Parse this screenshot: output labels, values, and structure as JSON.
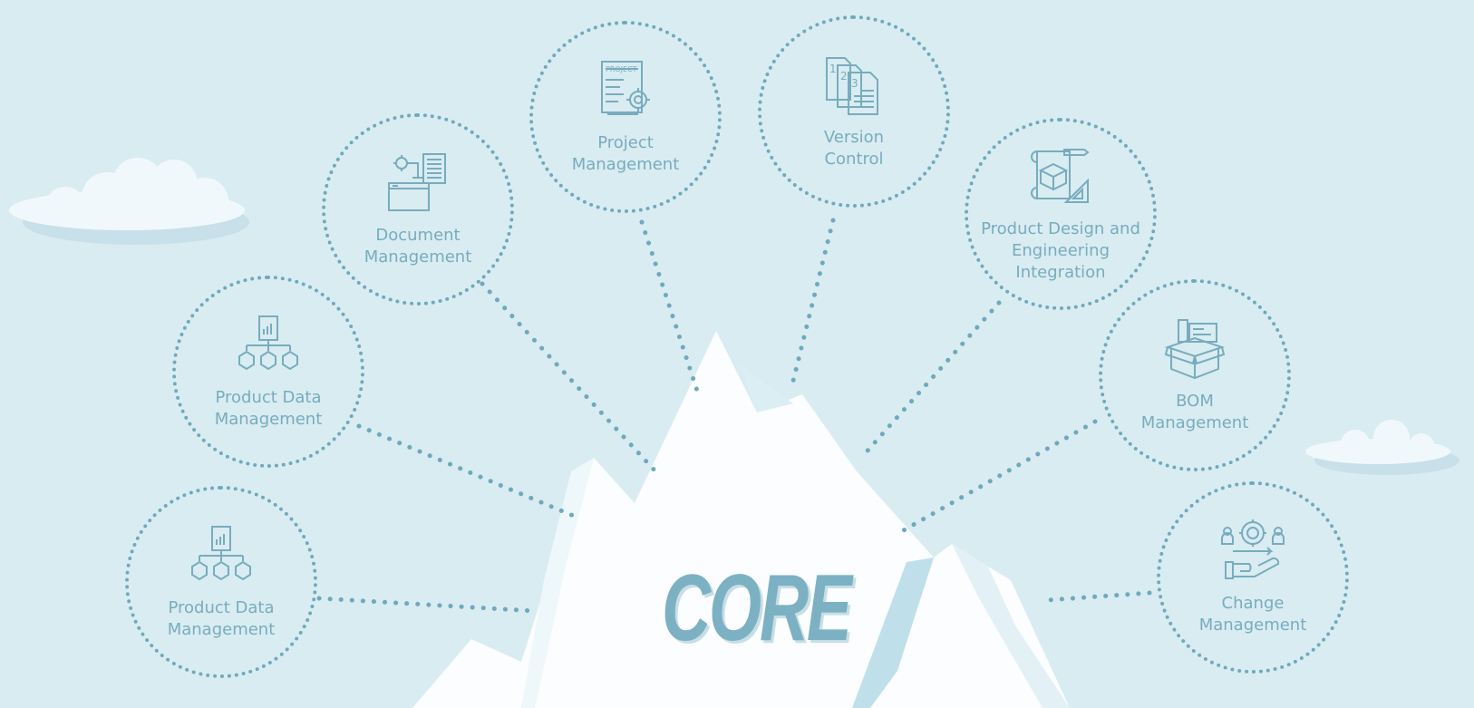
{
  "diagram": {
    "center_label": "CORE",
    "nodes": [
      {
        "id": "pdm-lower",
        "label": "Product Data\nManagement",
        "icon": "data-hierarchy-icon"
      },
      {
        "id": "pdm-upper",
        "label": "Product Data\nManagement",
        "icon": "data-hierarchy-icon"
      },
      {
        "id": "document",
        "label": "Document\nManagement",
        "icon": "document-folder-gear-icon"
      },
      {
        "id": "project",
        "label": "Project\nManagement",
        "icon": "project-gear-icon"
      },
      {
        "id": "version",
        "label": "Version\nControl",
        "icon": "numbered-documents-icon"
      },
      {
        "id": "design",
        "label": "Product Design and\nEngineering\nIntegration",
        "icon": "blueprint-box-icon"
      },
      {
        "id": "bom",
        "label": "BOM\nManagement",
        "icon": "open-box-icon"
      },
      {
        "id": "change",
        "label": "Change\nManagement",
        "icon": "hand-gear-people-icon"
      }
    ]
  },
  "colors": {
    "background": "#d9ecf2",
    "accent": "#6fa9bc",
    "text": "#78acbd",
    "ice": "#fbfdfe"
  }
}
